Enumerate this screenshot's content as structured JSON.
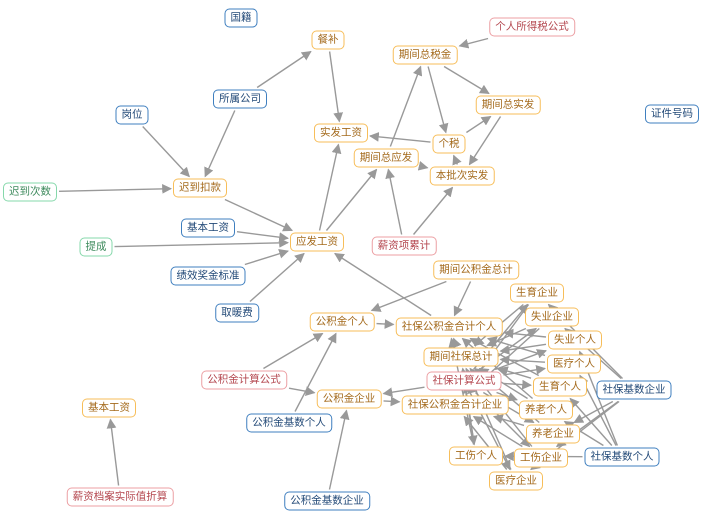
{
  "colors": {
    "blue": "#3f7fbf",
    "orange": "#f7be5a",
    "pink": "#ec9fa3",
    "green": "#86d8ab",
    "edge": "#999999"
  },
  "nodes": [
    {
      "id": "n0",
      "label": "国籍",
      "type": "blue"
    },
    {
      "id": "n1",
      "label": "餐补",
      "type": "orange"
    },
    {
      "id": "n2",
      "label": "个人所得税公式",
      "type": "pink"
    },
    {
      "id": "n3",
      "label": "期间总税金",
      "type": "orange"
    },
    {
      "id": "n4",
      "label": "所属公司",
      "type": "blue"
    },
    {
      "id": "n5",
      "label": "岗位",
      "type": "blue"
    },
    {
      "id": "n6",
      "label": "期间总实发",
      "type": "orange"
    },
    {
      "id": "n7",
      "label": "证件号码",
      "type": "blue"
    },
    {
      "id": "n8",
      "label": "实发工资",
      "type": "orange"
    },
    {
      "id": "n9",
      "label": "个税",
      "type": "orange"
    },
    {
      "id": "n10",
      "label": "期间总应发",
      "type": "orange"
    },
    {
      "id": "n11",
      "label": "本批次实发",
      "type": "orange"
    },
    {
      "id": "n12",
      "label": "迟到次数",
      "type": "green"
    },
    {
      "id": "n13",
      "label": "迟到扣款",
      "type": "orange"
    },
    {
      "id": "n14",
      "label": "基本工资",
      "type": "blue"
    },
    {
      "id": "n15",
      "label": "提成",
      "type": "green"
    },
    {
      "id": "n16",
      "label": "应发工资",
      "type": "orange"
    },
    {
      "id": "n17",
      "label": "薪资项累计",
      "type": "pink"
    },
    {
      "id": "n18",
      "label": "期间公积金总计",
      "type": "orange"
    },
    {
      "id": "n19",
      "label": "绩效奖金标准",
      "type": "blue"
    },
    {
      "id": "n20",
      "label": "生育企业",
      "type": "orange"
    },
    {
      "id": "n21",
      "label": "取暖费",
      "type": "blue"
    },
    {
      "id": "n22",
      "label": "公积金个人",
      "type": "orange"
    },
    {
      "id": "n23",
      "label": "社保公积金合计个人",
      "type": "orange"
    },
    {
      "id": "n24",
      "label": "失业企业",
      "type": "orange"
    },
    {
      "id": "n25",
      "label": "失业个人",
      "type": "orange"
    },
    {
      "id": "n26",
      "label": "期间社保总计",
      "type": "orange"
    },
    {
      "id": "n27",
      "label": "医疗个人",
      "type": "orange"
    },
    {
      "id": "n28",
      "label": "社保计算公式",
      "type": "pink"
    },
    {
      "id": "n29",
      "label": "公积金计算公式",
      "type": "pink"
    },
    {
      "id": "n30",
      "label": "生育个人",
      "type": "orange"
    },
    {
      "id": "n31",
      "label": "社保基数企业",
      "type": "blue"
    },
    {
      "id": "n32",
      "label": "公积金企业",
      "type": "orange"
    },
    {
      "id": "n33",
      "label": "社保公积金合计企业",
      "type": "orange"
    },
    {
      "id": "n34",
      "label": "基本工资",
      "type": "orange"
    },
    {
      "id": "n35",
      "label": "养老个人",
      "type": "orange"
    },
    {
      "id": "n36",
      "label": "公积金基数个人",
      "type": "blue"
    },
    {
      "id": "n37",
      "label": "养老企业",
      "type": "orange"
    },
    {
      "id": "n38",
      "label": "工伤个人",
      "type": "orange"
    },
    {
      "id": "n39",
      "label": "工伤企业",
      "type": "orange"
    },
    {
      "id": "n40",
      "label": "社保基数个人",
      "type": "blue"
    },
    {
      "id": "n41",
      "label": "医疗企业",
      "type": "orange"
    },
    {
      "id": "n42",
      "label": "薪资档案实际值折算",
      "type": "pink"
    },
    {
      "id": "n43",
      "label": "公积金基数企业",
      "type": "blue"
    }
  ],
  "edges": [
    [
      "n4",
      "n1"
    ],
    [
      "n1",
      "n8"
    ],
    [
      "n4",
      "n13"
    ],
    [
      "n5",
      "n13"
    ],
    [
      "n12",
      "n13"
    ],
    [
      "n13",
      "n16"
    ],
    [
      "n14",
      "n16"
    ],
    [
      "n15",
      "n16"
    ],
    [
      "n19",
      "n16"
    ],
    [
      "n21",
      "n16"
    ],
    [
      "n16",
      "n8"
    ],
    [
      "n16",
      "n10"
    ],
    [
      "n2",
      "n3"
    ],
    [
      "n3",
      "n6"
    ],
    [
      "n3",
      "n9"
    ],
    [
      "n10",
      "n3"
    ],
    [
      "n10",
      "n11"
    ],
    [
      "n9",
      "n8"
    ],
    [
      "n9",
      "n6"
    ],
    [
      "n6",
      "n11"
    ],
    [
      "n11",
      "n9"
    ],
    [
      "n17",
      "n10"
    ],
    [
      "n17",
      "n11"
    ],
    [
      "n23",
      "n16"
    ],
    [
      "n18",
      "n22"
    ],
    [
      "n22",
      "n23"
    ],
    [
      "n29",
      "n22"
    ],
    [
      "n36",
      "n22"
    ],
    [
      "n29",
      "n32"
    ],
    [
      "n43",
      "n32"
    ],
    [
      "n32",
      "n33"
    ],
    [
      "n42",
      "n34"
    ],
    [
      "n18",
      "n23"
    ],
    [
      "n26",
      "n23"
    ],
    [
      "n28",
      "n32"
    ],
    [
      "n28",
      "n20"
    ],
    [
      "n28",
      "n24"
    ],
    [
      "n28",
      "n25"
    ],
    [
      "n28",
      "n27"
    ],
    [
      "n28",
      "n30"
    ],
    [
      "n28",
      "n35"
    ],
    [
      "n28",
      "n37"
    ],
    [
      "n28",
      "n38"
    ],
    [
      "n28",
      "n39"
    ],
    [
      "n28",
      "n41"
    ],
    [
      "n31",
      "n20"
    ],
    [
      "n31",
      "n24"
    ],
    [
      "n31",
      "n37"
    ],
    [
      "n31",
      "n39"
    ],
    [
      "n31",
      "n41"
    ],
    [
      "n40",
      "n25"
    ],
    [
      "n40",
      "n27"
    ],
    [
      "n40",
      "n30"
    ],
    [
      "n40",
      "n35"
    ],
    [
      "n40",
      "n38"
    ],
    [
      "n20",
      "n33"
    ],
    [
      "n24",
      "n33"
    ],
    [
      "n37",
      "n33"
    ],
    [
      "n39",
      "n33"
    ],
    [
      "n41",
      "n33"
    ],
    [
      "n25",
      "n23"
    ],
    [
      "n27",
      "n23"
    ],
    [
      "n30",
      "n23"
    ],
    [
      "n35",
      "n23"
    ],
    [
      "n38",
      "n23"
    ],
    [
      "n20",
      "n26"
    ],
    [
      "n24",
      "n26"
    ],
    [
      "n25",
      "n26"
    ],
    [
      "n27",
      "n26"
    ],
    [
      "n30",
      "n26"
    ],
    [
      "n35",
      "n26"
    ],
    [
      "n37",
      "n26"
    ],
    [
      "n38",
      "n26"
    ],
    [
      "n39",
      "n26"
    ],
    [
      "n41",
      "n26"
    ]
  ]
}
